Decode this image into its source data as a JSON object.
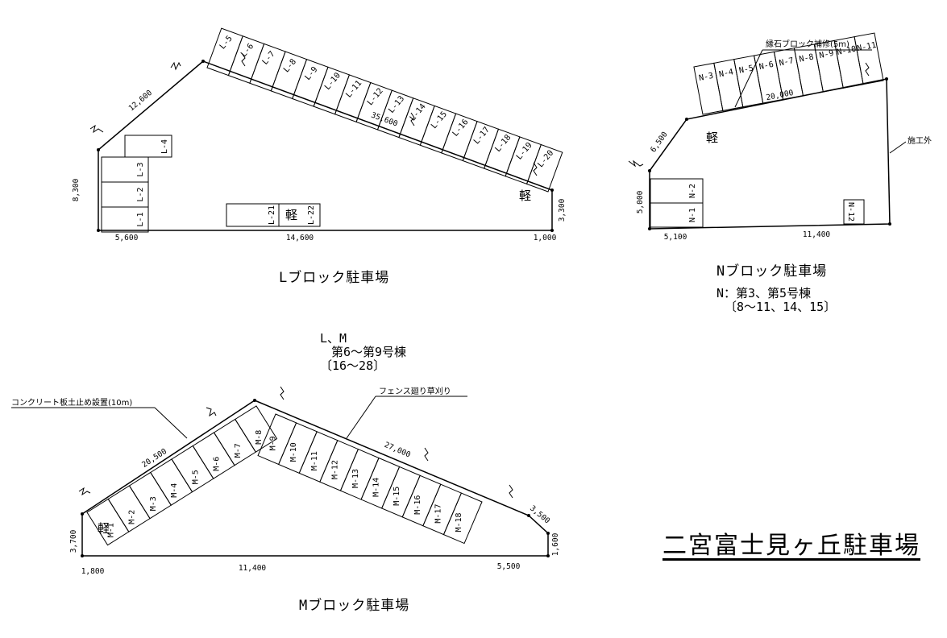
{
  "title": "二宮富士見ヶ丘駐車場",
  "captions": {
    "l": "Lブロック駐車場",
    "n": "Nブロック駐車場",
    "m": "Mブロック駐車場"
  },
  "notes": {
    "n_line1": "N：第3、第5号棟",
    "n_line2": "〔8〜11、14、15〕",
    "lm_line1": "L、M",
    "lm_line2": "第6〜第9号棟",
    "lm_line3": "〔16〜28〕"
  },
  "annotations": {
    "curb": "縁石ブロック補修(5m)",
    "outside": "施工外",
    "concrete": "コンクリート板土止め設置(10m)",
    "fence": "フェンス廻り草刈り"
  },
  "kei": "軽",
  "l_block": {
    "dims": {
      "left": "8,300",
      "topleft": "12,600",
      "top": "35,600",
      "right": "3,300",
      "b1": "5,600",
      "b2": "14,600",
      "b3": "1,000"
    },
    "stalls_diag": [
      "L-5",
      "L-6",
      "L-7",
      "L-8",
      "L-9",
      "L-10",
      "L-11",
      "L-12",
      "L-13",
      "L-14",
      "L-15",
      "L-16",
      "L-17",
      "L-18",
      "L-19",
      "L-20"
    ],
    "stalls_left": [
      "L-1",
      "L-2",
      "L-3"
    ],
    "stall_top": "L-4",
    "stalls_mid": [
      "L-21",
      "L-22"
    ]
  },
  "n_block": {
    "dims": {
      "top": "20,000",
      "topleft": "6,500",
      "left": "5,000",
      "b1": "5,100",
      "b2": "11,400"
    },
    "stalls_top": [
      "N-3",
      "N-4",
      "N-5",
      "N-6",
      "N-7",
      "N-8",
      "N-9",
      "N-10",
      "N-11"
    ],
    "stalls_left": [
      "N-1",
      "N-2"
    ],
    "stall_right": "N-12"
  },
  "m_block": {
    "dims": {
      "left_diag": "20,500",
      "right_diag": "27,000",
      "left": "3,700",
      "right_diag2": "3,500",
      "right": "1,600",
      "b1": "1,800",
      "b2": "11,400",
      "b3": "5,500"
    },
    "stalls_left": [
      "M-1",
      "M-2",
      "M-3",
      "M-4",
      "M-5",
      "M-6",
      "M-7",
      "M-8"
    ],
    "stalls_right": [
      "M-9",
      "M-10",
      "M-11",
      "M-12",
      "M-13",
      "M-14",
      "M-15",
      "M-16",
      "M-17",
      "M-18"
    ]
  }
}
